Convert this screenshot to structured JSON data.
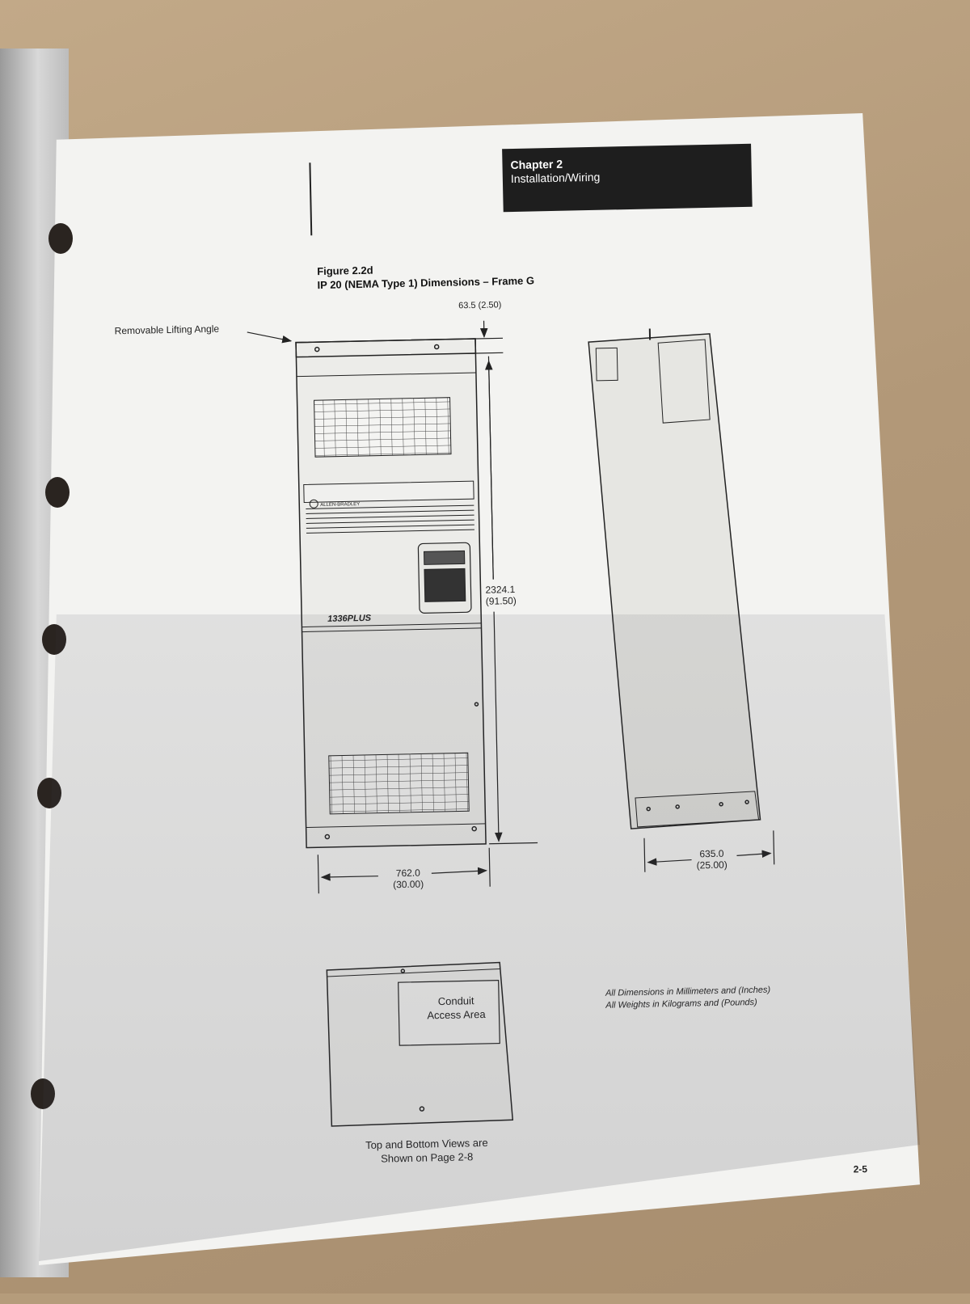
{
  "chapter": {
    "number_label": "Chapter 2",
    "title": "Installation/Wiring"
  },
  "figure": {
    "number": "Figure 2.2d",
    "title": "IP 20 (NEMA Type 1) Dimensions – Frame G"
  },
  "labels": {
    "lifting_angle": "Removable Lifting Angle",
    "top_offset": "63.5 (2.50)",
    "height_mm": "2324.1",
    "height_in": "(91.50)",
    "width_mm": "762.0",
    "width_in": "(30.00)",
    "depth_mm": "635.0",
    "depth_in": "(25.00)",
    "brand": "ALLEN-BRADLEY",
    "model": "1336PLUS",
    "conduit_line1": "Conduit",
    "conduit_line2": "Access Area",
    "views_line1": "Top and Bottom Views are",
    "views_line2": "Shown on Page 2-8"
  },
  "notes": {
    "line1": "All Dimensions in Millimeters and (Inches)",
    "line2": "All Weights in Kilograms and (Pounds)"
  },
  "page_number": "2-5"
}
